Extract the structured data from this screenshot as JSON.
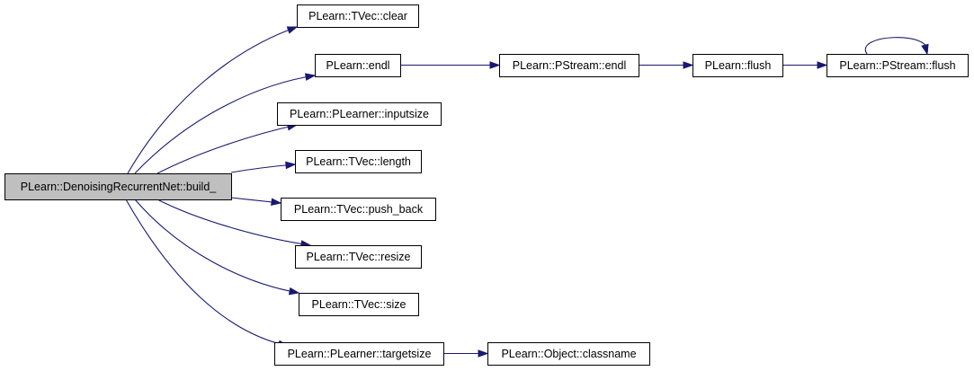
{
  "diagram": {
    "type": "call-graph",
    "colors": {
      "edge": "#191970",
      "root_fill": "#bfbfbf",
      "node_fill": "#ffffff",
      "node_border": "#000000"
    },
    "nodes": [
      {
        "id": "build",
        "label": "PLearn::DenoisingRecurrentNet::build_",
        "root": true
      },
      {
        "id": "clear",
        "label": "PLearn::TVec::clear"
      },
      {
        "id": "endl",
        "label": "PLearn::endl"
      },
      {
        "id": "inputsize",
        "label": "PLearn::PLearner::inputsize"
      },
      {
        "id": "length",
        "label": "PLearn::TVec::length"
      },
      {
        "id": "push_back",
        "label": "PLearn::TVec::push_back"
      },
      {
        "id": "resize",
        "label": "PLearn::TVec::resize"
      },
      {
        "id": "size",
        "label": "PLearn::TVec::size"
      },
      {
        "id": "targetsize",
        "label": "PLearn::PLearner::targetsize"
      },
      {
        "id": "pstream_endl",
        "label": "PLearn::PStream::endl"
      },
      {
        "id": "flush",
        "label": "PLearn::flush"
      },
      {
        "id": "pstream_flush",
        "label": "PLearn::PStream::flush"
      },
      {
        "id": "classname",
        "label": "PLearn::Object::classname"
      }
    ],
    "edges": [
      {
        "from": "build",
        "to": "clear"
      },
      {
        "from": "build",
        "to": "endl"
      },
      {
        "from": "build",
        "to": "inputsize"
      },
      {
        "from": "build",
        "to": "length"
      },
      {
        "from": "build",
        "to": "push_back"
      },
      {
        "from": "build",
        "to": "resize"
      },
      {
        "from": "build",
        "to": "size"
      },
      {
        "from": "build",
        "to": "targetsize"
      },
      {
        "from": "endl",
        "to": "pstream_endl"
      },
      {
        "from": "pstream_endl",
        "to": "flush"
      },
      {
        "from": "flush",
        "to": "pstream_flush"
      },
      {
        "from": "pstream_flush",
        "to": "pstream_flush"
      },
      {
        "from": "targetsize",
        "to": "classname"
      }
    ]
  }
}
